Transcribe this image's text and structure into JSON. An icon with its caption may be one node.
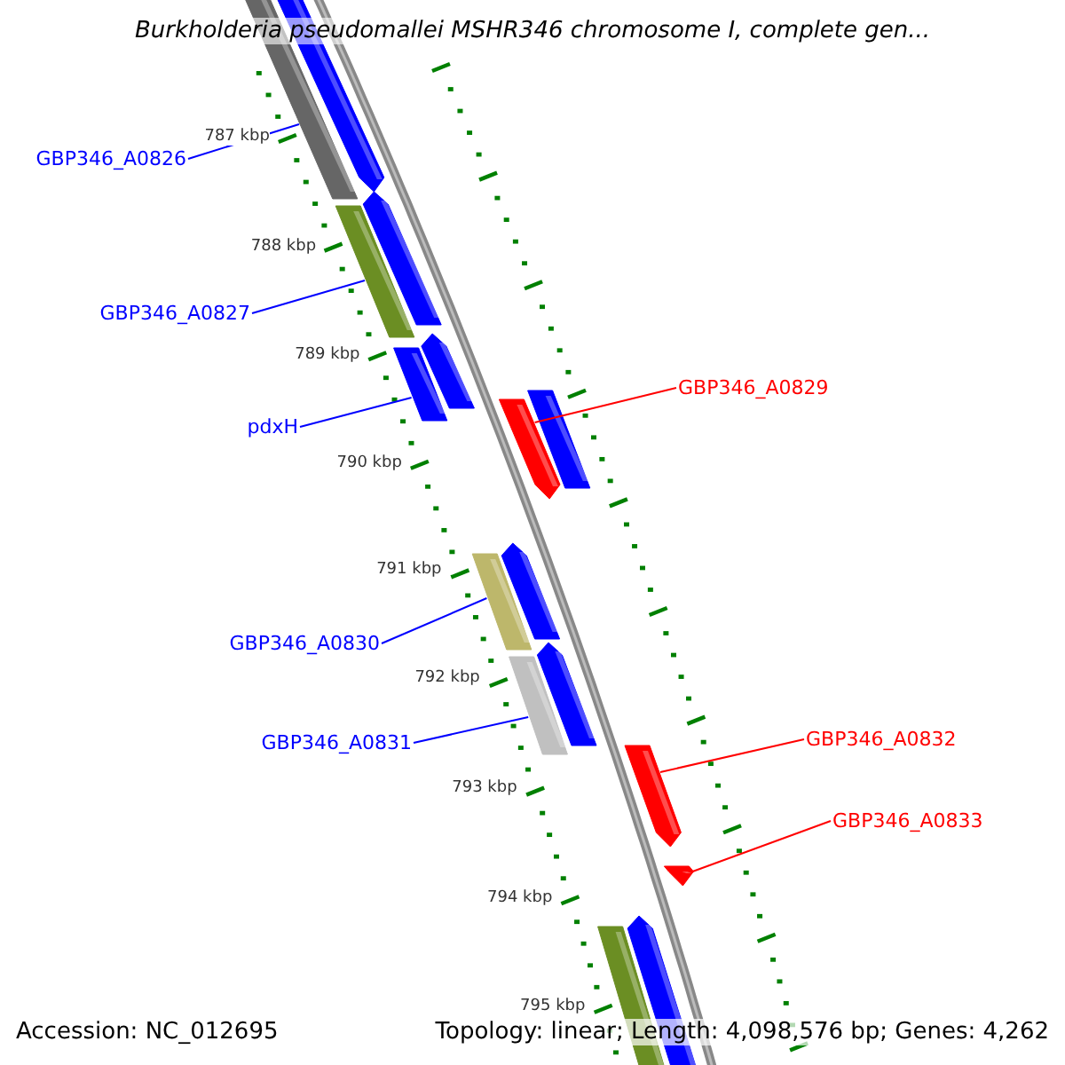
{
  "diagram": {
    "title": "Burkholderia pseudomallei MSHR346 chromosome I, complete gen...",
    "nodes": [
      {
        "text": [
          "GBP346_A0826"
        ]
      },
      {
        "text": [
          "GBP346_A0827"
        ]
      },
      {
        "text": [
          "pdxH"
        ]
      },
      {
        "text": [
          "GBP346_A0829"
        ]
      },
      {
        "text": [
          "GBP346_A0830"
        ]
      },
      {
        "text": [
          "GBP346_A0831"
        ]
      },
      {
        "text": [
          "GBP346_A0832"
        ]
      },
      {
        "text": [
          "GBP346_A0833"
        ]
      },
      {
        "text": [],
        "shape": "bar"
      },
      {
        "text": [],
        "shape": "bar"
      },
      {
        "text": [],
        "shape": "bar"
      },
      {
        "text": [],
        "shape": "bar"
      },
      {
        "text": [],
        "shape": "bar"
      },
      {
        "text": [],
        "shape": "bar"
      },
      {
        "text": [],
        "shape": "bar"
      },
      {
        "text": [],
        "shape": "bar"
      },
      {
        "text": [],
        "shape": "bar"
      },
      {
        "text": [],
        "shape": "bar"
      },
      {
        "text": [],
        "shape": "bar"
      },
      {
        "text": [],
        "shape": "bar"
      },
      {
        "text": [],
        "shape": "bar"
      },
      {
        "text": [],
        "shape": "bar"
      },
      {
        "text": [],
        "shape": "bar"
      },
      {
        "text": [],
        "shape": "bar"
      }
    ],
    "edges": [
      {
        "from": 0,
        "to": 8,
        "arrow": "none"
      },
      {
        "from": 1,
        "to": 10,
        "arrow": "none"
      },
      {
        "from": 2,
        "to": 12,
        "arrow": "none"
      },
      {
        "from": 3,
        "to": 14,
        "arrow": "none",
        "color": "#ff0000"
      },
      {
        "from": 4,
        "to": 16,
        "arrow": "none"
      },
      {
        "from": 5,
        "to": 18,
        "arrow": "none"
      },
      {
        "from": 6,
        "to": 20,
        "arrow": "none",
        "color": "#ff0000"
      },
      {
        "from": 7,
        "to": 21,
        "arrow": "none",
        "color": "#ff0000"
      }
    ],
    "labels": [
      "787 kbp",
      "788 kbp",
      "789 kbp",
      "790 kbp",
      "791 kbp",
      "792 kbp",
      "793 kbp",
      "794 kbp",
      "795 kbp",
      "Accession: NC_012695",
      "Topology: linear; Length: 4,098,576 bp; Genes: 4,262"
    ]
  }
}
